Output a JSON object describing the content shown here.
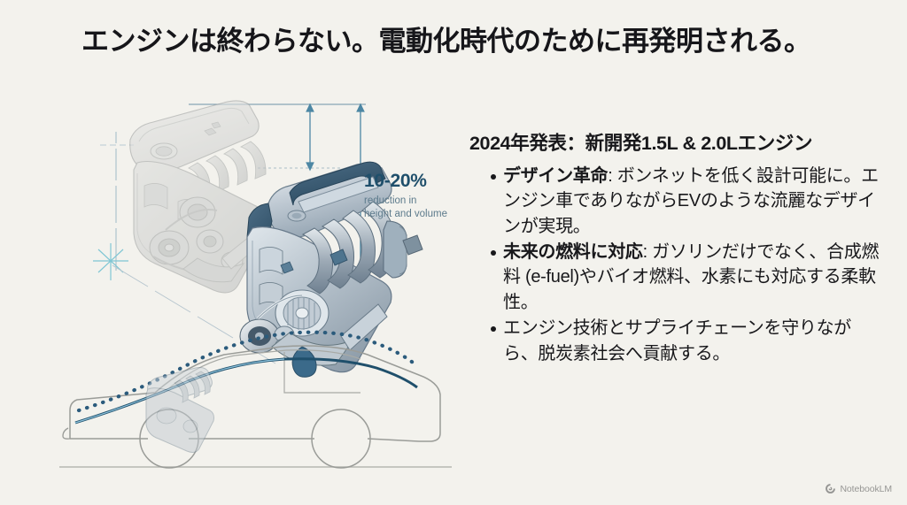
{
  "slide": {
    "background_color": "#f3f2ed",
    "title": "エンジンは終わらない。電動化時代のために再発明される。"
  },
  "illustration": {
    "name": "engine-comparison-illustration",
    "old_engine_label": "old-engine-ghost",
    "new_engine_label": "new-engine-blue",
    "car_outline_label": "car-silhouette",
    "accent_color": "#2f6f92",
    "line_color": "#8c8c8c"
  },
  "callout": {
    "value": "10-20%",
    "description_line1": "reduction in",
    "description_line2": "height and volume",
    "value_color": "#1f4f6b",
    "description_color": "#5d7b8c"
  },
  "content": {
    "heading": "2024年発表：新開発1.5L & 2.0Lエンジン",
    "bullets": [
      {
        "lead": "デザイン革命",
        "body": ": ボンネットを低く設計可能に。エンジン車でありながらEVのような流麗なデザインが実現。"
      },
      {
        "lead": "未来の燃料に対応",
        "body": ": ガソリンだけでなく、合成燃料 (e-fuel)やバイオ燃料、水素にも対応する柔軟性。"
      },
      {
        "lead": "",
        "body": "エンジン技術とサプライチェーンを守りながら、脱炭素社会へ貢献する。"
      }
    ]
  },
  "watermark": {
    "icon": "notebooklm-spiral-icon",
    "label": "NotebookLM"
  }
}
